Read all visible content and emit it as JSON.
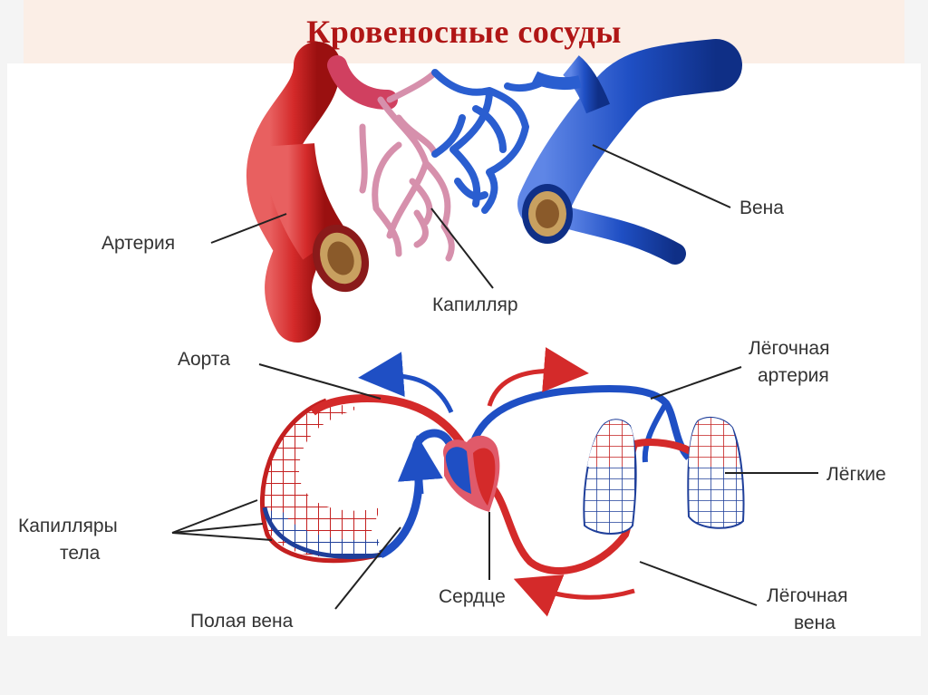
{
  "title": "Кровеносные сосуды",
  "labels": {
    "artery": "Артерия",
    "capillary": "Капилляр",
    "vein": "Вена",
    "aorta": "Аорта",
    "pulmonary_artery_1": "Лёгочная",
    "pulmonary_artery_2": "артерия",
    "lungs": "Лёгкие",
    "body_capillaries_1": "Капилляры",
    "body_capillaries_2": "тела",
    "heart": "Сердце",
    "vena_cava": "Полая вена",
    "pulmonary_vein_1": "Лёгочная",
    "pulmonary_vein_2": "вена"
  },
  "colors": {
    "artery_red": "#d42a2a",
    "vein_blue": "#1f4fc4",
    "capillary_pink": "#e0a0b8",
    "title_red": "#b01616"
  }
}
